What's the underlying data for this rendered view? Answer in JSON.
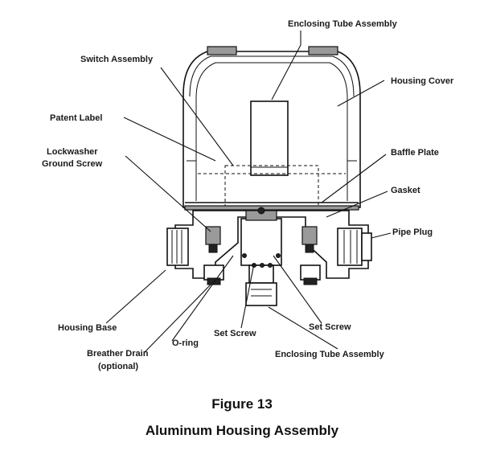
{
  "labels": {
    "enclosing_tube_top": "Enclosing Tube Assembly",
    "switch_assembly": "Switch Assembly",
    "housing_cover": "Housing Cover",
    "patent_label": "Patent Label",
    "lockwasher_line1": "Lockwasher",
    "lockwasher_line2": "Ground Screw",
    "baffle_plate": "Baffle Plate",
    "gasket": "Gasket",
    "pipe_plug": "Pipe Plug",
    "housing_base": "Housing Base",
    "o_ring": "O-ring",
    "set_screw_left": "Set Screw",
    "set_screw_right": "Set Screw",
    "breather_line1": "Breather Drain",
    "breather_line2": "(optional)",
    "enclosing_tube_bottom": "Enclosing Tube Assembly"
  },
  "caption": {
    "figure_number": "Figure 13",
    "title": "Aluminum Housing Assembly"
  }
}
